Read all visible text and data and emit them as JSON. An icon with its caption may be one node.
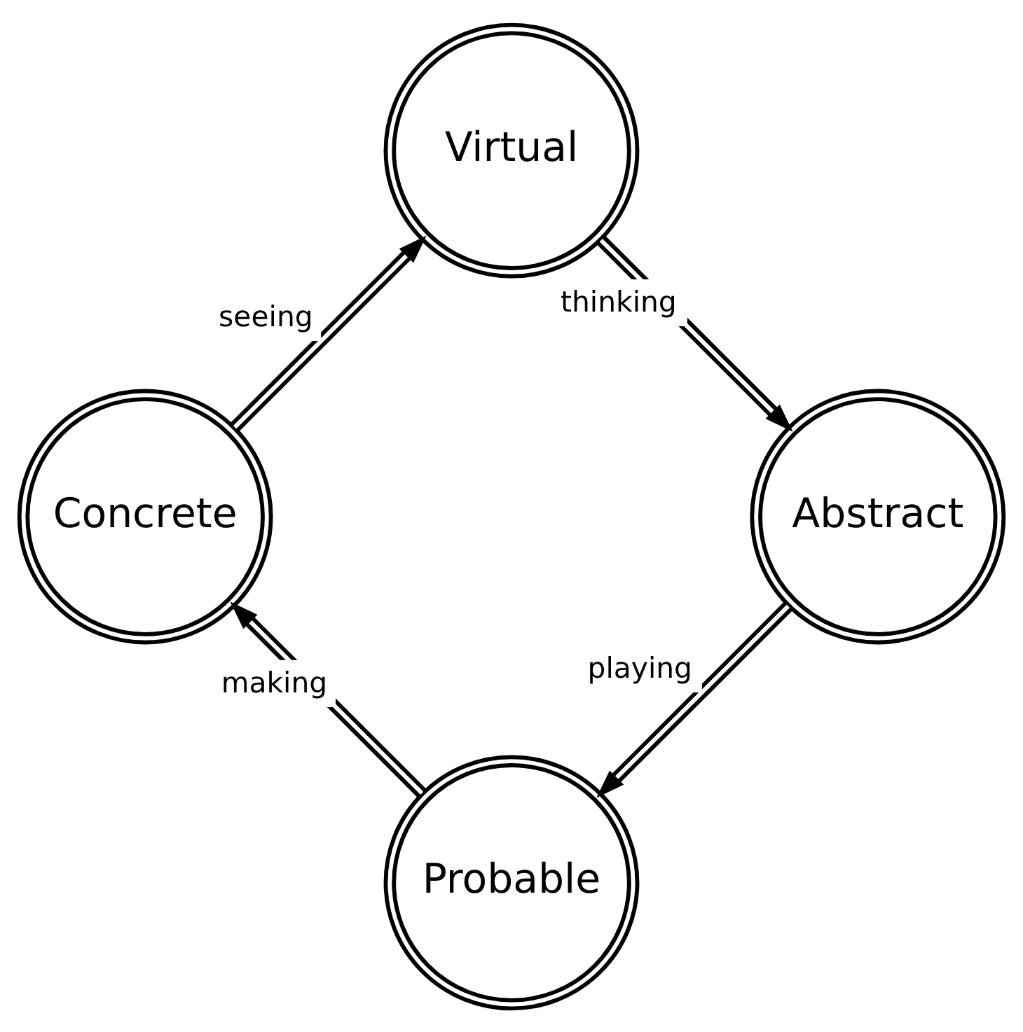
{
  "diagram": {
    "nodes": [
      {
        "text": [
          "Virtual"
        ]
      },
      {
        "text": [
          "Concrete"
        ]
      },
      {
        "text": [
          "Abstract"
        ]
      },
      {
        "text": [
          "Probable"
        ]
      }
    ],
    "edges": [
      {
        "from": 1,
        "to": 0,
        "arrow": "to",
        "label": "seeing"
      },
      {
        "from": 0,
        "to": 2,
        "arrow": "to",
        "label": "thinking"
      },
      {
        "from": 2,
        "to": 3,
        "arrow": "to",
        "label": "playing"
      },
      {
        "from": 3,
        "to": 1,
        "arrow": "to",
        "label": "making"
      }
    ]
  }
}
